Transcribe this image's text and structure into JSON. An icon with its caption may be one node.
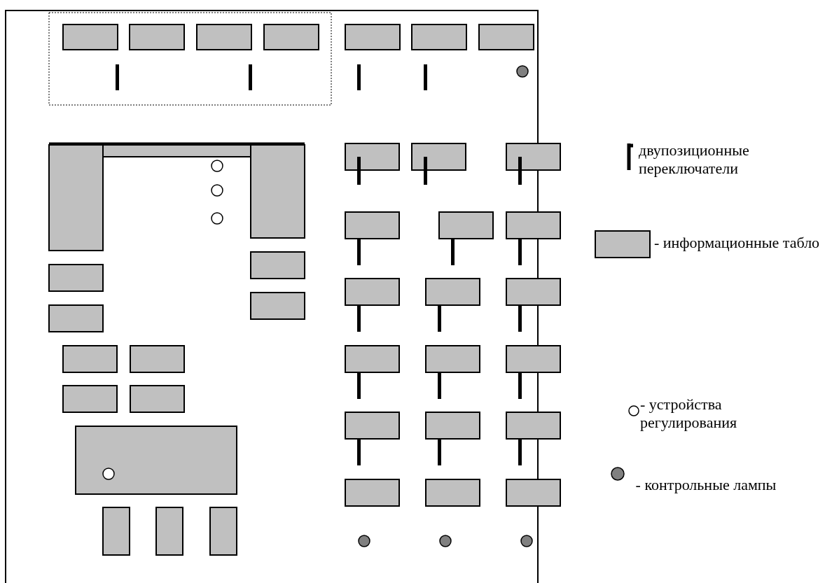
{
  "diagram": {
    "legend": [
      {
        "text": "двупозиционные переключатели"
      },
      {
        "text": "- информационные табло"
      },
      {
        "text": "- устройства регулирования"
      },
      {
        "text": "- контрольные лампы"
      }
    ]
  }
}
